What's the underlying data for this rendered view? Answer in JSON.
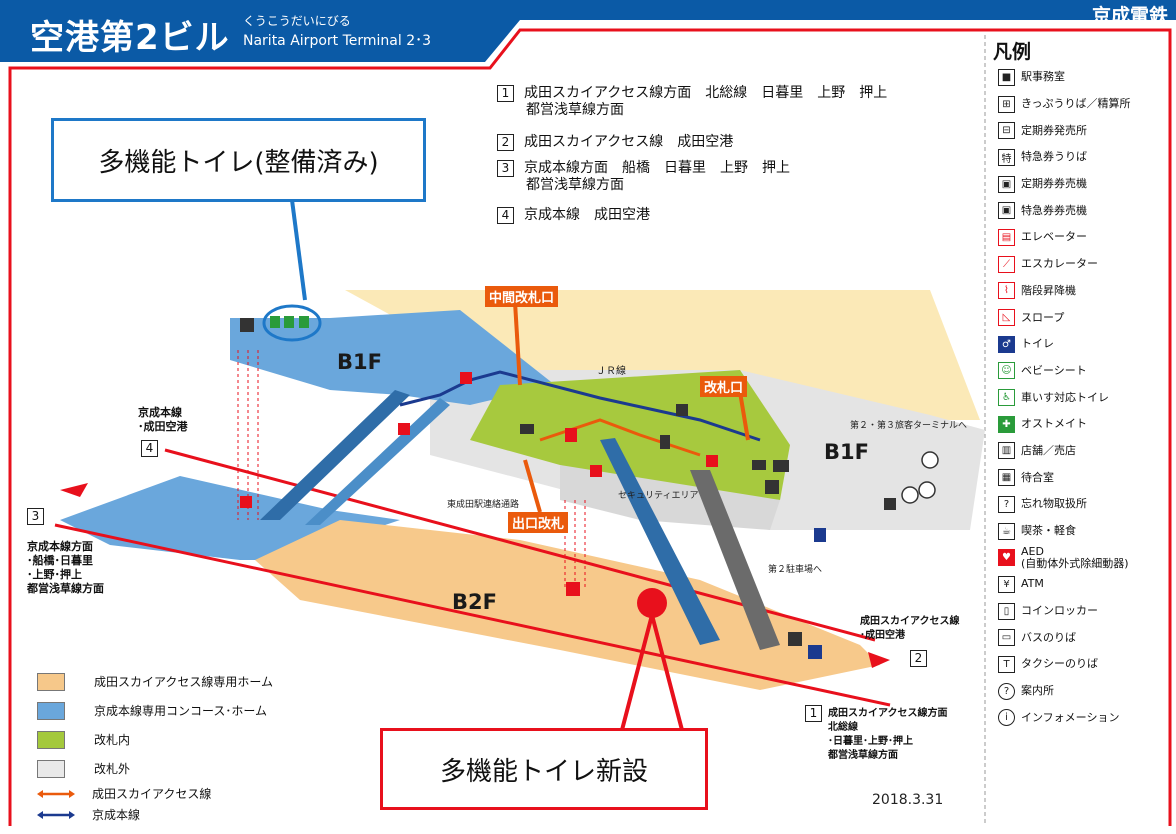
{
  "header": {
    "title": "空港第2ビル",
    "kana": "くうこうだいにびる",
    "english": "Narita Airport Terminal 2･3",
    "brand": "京成電鉄"
  },
  "routes": [
    {
      "num": "1",
      "line1": "成田スカイアクセス線方面　北総線　日暮里　上野　押上",
      "line2": "都営浅草線方面"
    },
    {
      "num": "2",
      "line1": "成田スカイアクセス線　成田空港",
      "line2": ""
    },
    {
      "num": "3",
      "line1": "京成本線方面　船橋　日暮里　上野　押上",
      "line2": "都営浅草線方面"
    },
    {
      "num": "4",
      "line1": "京成本線　成田空港",
      "line2": ""
    }
  ],
  "callouts": {
    "existing_toilet": "多機能トイレ(整備済み)",
    "new_toilet": "多機能トイレ新設"
  },
  "map_labels": {
    "b1f_left": "B1F",
    "b1f_right": "B1F",
    "b2f": "B2F",
    "jr_line": "ＪＲ線",
    "middle_gate": "中間改札口",
    "ticket_gate": "改札口",
    "exit_gate": "出口改札",
    "security_area": "セキュリティエリア",
    "higashi_narita": "東成田駅連絡通路",
    "to_terminal": "第２・第３旅客ターミナルへ",
    "to_parking": "第２駐車場へ",
    "platform4_num": "4",
    "platform4_line1": "京成本線",
    "platform4_line2": "･成田空港",
    "platform3_num": "3",
    "platform3_lines": [
      "京成本線方面",
      "･船橋･日暮里",
      "･上野･押上",
      "都営浅草線方面"
    ],
    "platform2_num": "2",
    "platform2_lines": [
      "成田スカイアクセス線",
      "･成田空港"
    ],
    "platform1_num": "1",
    "platform1_lines": [
      "成田スカイアクセス線方面",
      "北総線",
      "･日暮里･上野･押上",
      "都営浅草線方面"
    ]
  },
  "area_legend": [
    {
      "label": "成田スカイアクセス線専用ホーム",
      "color": "#f6c88a"
    },
    {
      "label": "京成本線専用コンコース･ホーム",
      "color": "#6aa7dc"
    },
    {
      "label": "改札内",
      "color": "#a4c93c"
    },
    {
      "label": "改札外",
      "color": "#e9e9e9"
    }
  ],
  "line_legend": [
    {
      "label": "成田スカイアクセス線",
      "color": "#ea5a0c"
    },
    {
      "label": "京成本線",
      "color": "#1b3a8f"
    }
  ],
  "legend": {
    "title": "凡例",
    "items": [
      {
        "icon": "station-office-icon",
        "label": "駅事務室"
      },
      {
        "icon": "ticket-office-icon",
        "label": "きっぷうりば／精算所"
      },
      {
        "icon": "commuter-pass-office-icon",
        "label": "定期券発売所"
      },
      {
        "icon": "limited-express-ticket-icon",
        "label": "特急券うりば"
      },
      {
        "icon": "pass-machine-icon",
        "label": "定期券券売機"
      },
      {
        "icon": "express-machine-icon",
        "label": "特急券券売機"
      },
      {
        "icon": "elevator-icon",
        "label": "エレベーター"
      },
      {
        "icon": "escalator-icon",
        "label": "エスカレーター"
      },
      {
        "icon": "stair-lift-icon",
        "label": "階段昇降機"
      },
      {
        "icon": "slope-icon",
        "label": "スロープ"
      },
      {
        "icon": "toilet-icon",
        "label": "トイレ"
      },
      {
        "icon": "baby-seat-icon",
        "label": "ベビーシート"
      },
      {
        "icon": "wheelchair-toilet-icon",
        "label": "車いす対応トイレ"
      },
      {
        "icon": "ostomate-icon",
        "label": "オストメイト"
      },
      {
        "icon": "shop-icon",
        "label": "店舗／売店"
      },
      {
        "icon": "waiting-room-icon",
        "label": "待合室"
      },
      {
        "icon": "lost-and-found-icon",
        "label": "忘れ物取扱所"
      },
      {
        "icon": "cafe-icon",
        "label": "喫茶・軽食"
      },
      {
        "icon": "aed-icon",
        "label": "AED\n(自動体外式除細動器)"
      },
      {
        "icon": "atm-icon",
        "label": "ATM"
      },
      {
        "icon": "locker-icon",
        "label": "コインロッカー"
      },
      {
        "icon": "bus-icon",
        "label": "バスのりば"
      },
      {
        "icon": "taxi-icon",
        "label": "タクシーのりば"
      },
      {
        "icon": "information-desk-icon",
        "label": "案内所"
      },
      {
        "icon": "information-icon",
        "label": "インフォメーション"
      }
    ]
  },
  "date": "2018.3.31",
  "colors": {
    "header_blue": "#0b5aa6",
    "border_red": "#e8101c",
    "sky_access_orange": "#ea5a0c",
    "keisei_navy": "#1b3a8f",
    "callout_blue": "#1e78c8"
  }
}
